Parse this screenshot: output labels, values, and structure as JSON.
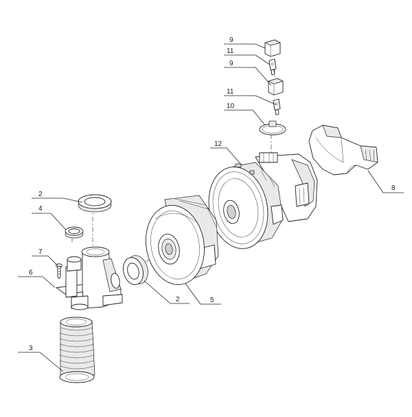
{
  "diagram": {
    "callouts": [
      {
        "id": "c9a",
        "label": "9"
      },
      {
        "id": "c11a",
        "label": "11"
      },
      {
        "id": "c9b",
        "label": "9"
      },
      {
        "id": "c11b",
        "label": "11"
      },
      {
        "id": "c10",
        "label": "10"
      },
      {
        "id": "c12",
        "label": "12"
      },
      {
        "id": "c8",
        "label": "8"
      },
      {
        "id": "c2a",
        "label": "2"
      },
      {
        "id": "c4",
        "label": "4"
      },
      {
        "id": "c7",
        "label": "7"
      },
      {
        "id": "c6",
        "label": "6"
      },
      {
        "id": "c2b",
        "label": "2"
      },
      {
        "id": "c5",
        "label": "5"
      },
      {
        "id": "c3",
        "label": "3"
      }
    ]
  }
}
